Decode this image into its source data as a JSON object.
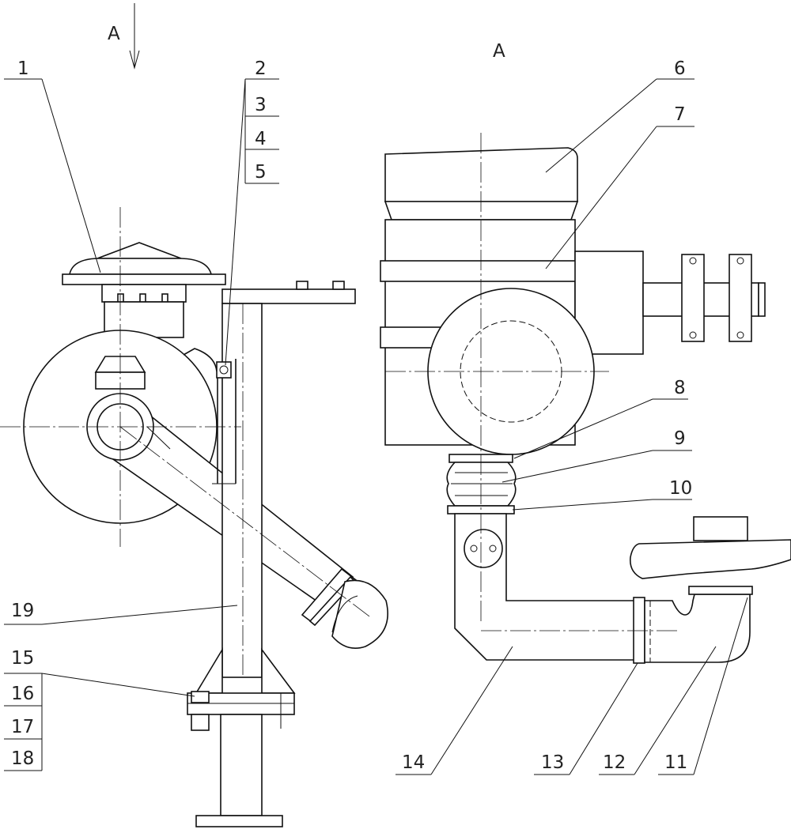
{
  "view_labels": {
    "arrow": "A",
    "view": "A"
  },
  "callouts": {
    "c1": "1",
    "c2": "2",
    "c3": "3",
    "c4": "4",
    "c5": "5",
    "c6": "6",
    "c7": "7",
    "c8": "8",
    "c9": "9",
    "c10": "10",
    "c11": "11",
    "c12": "12",
    "c13": "13",
    "c14": "14",
    "c15": "15",
    "c16": "16",
    "c17": "17",
    "c18": "18",
    "c19": "19"
  },
  "colors": {
    "line": "#111111",
    "background": "#ffffff"
  }
}
